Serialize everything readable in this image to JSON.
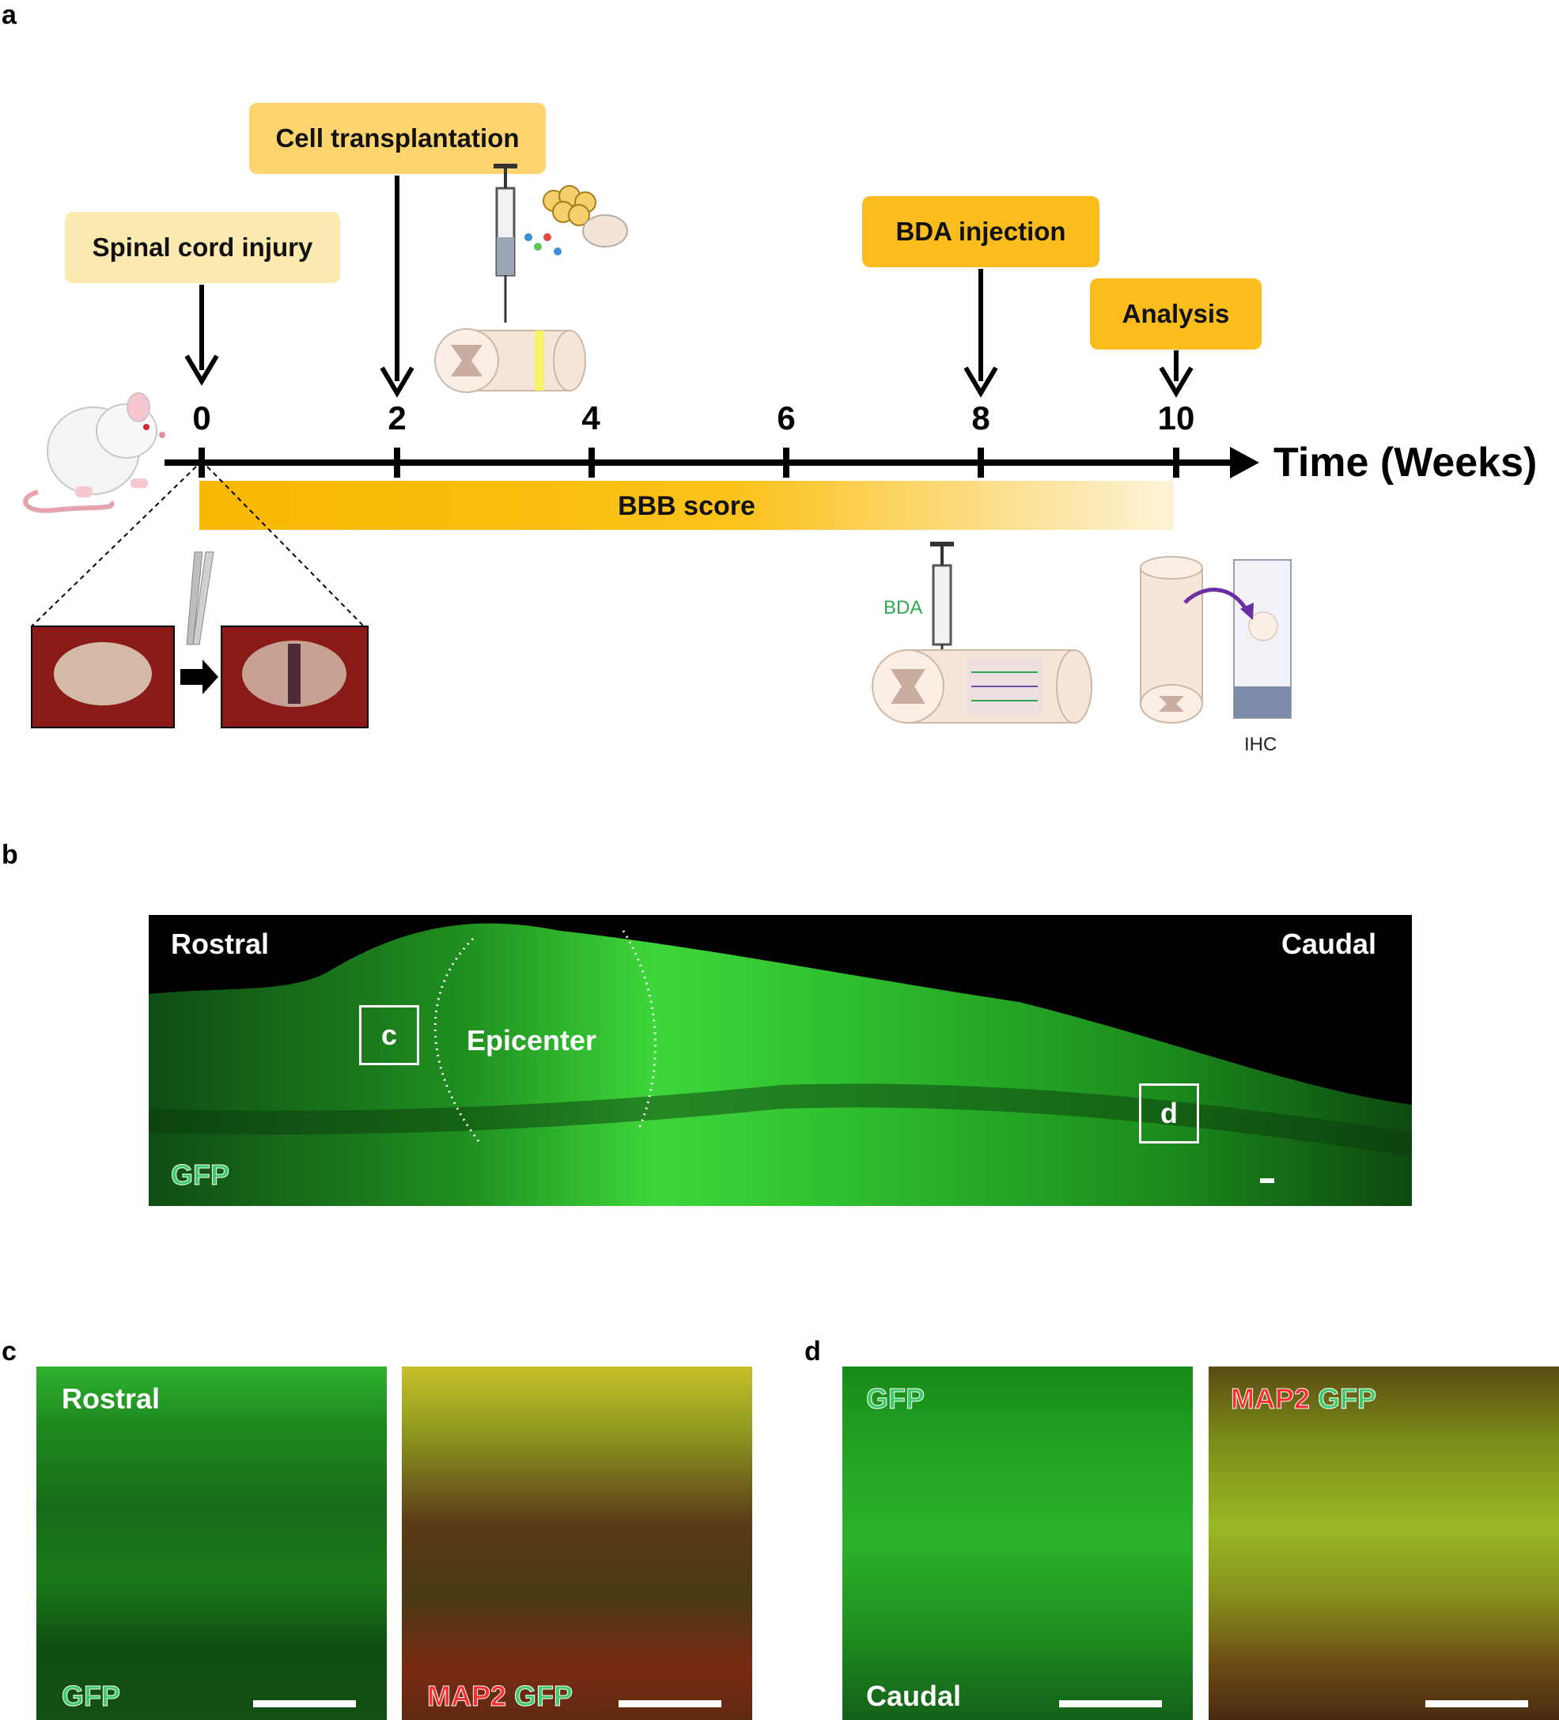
{
  "panels": {
    "a": "a",
    "b": "b",
    "c": "c",
    "d": "d"
  },
  "timeline": {
    "axis_label": "Time (Weeks)",
    "ticks": [
      "0",
      "2",
      "4",
      "6",
      "8",
      "10"
    ],
    "bar_label": "BBB score",
    "events": {
      "spinal_cord_injury": "Spinal cord injury",
      "cell_transplantation": "Cell transplantation",
      "bda_injection": "BDA injection",
      "analysis": "Analysis"
    },
    "bda_label": "BDA",
    "ihc_label": "IHC"
  },
  "panel_b": {
    "rostral": "Rostral",
    "caudal": "Caudal",
    "epicenter": "Epicenter",
    "stain": "GFP",
    "roi_c": "c",
    "roi_d": "d"
  },
  "panel_c": {
    "left_top": "Rostral",
    "left_bottom": "GFP",
    "right_red": "MAP2",
    "right_green": "GFP"
  },
  "panel_d": {
    "left_top": "GFP",
    "left_bottom": "Caudal",
    "right_red": "MAP2",
    "right_green": "GFP"
  },
  "colors": {
    "callout_light": "#fdeab0",
    "callout_mid": "#fdd46e",
    "callout_dark": "#fbbd1e",
    "bar": "#f9b800",
    "fluor_green": "#2fd02f",
    "map2_red": "#ff2a2a"
  }
}
